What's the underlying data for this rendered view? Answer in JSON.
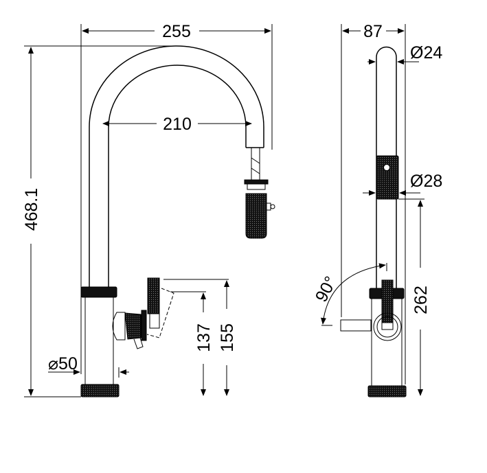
{
  "front_view": {
    "overall_width": "255",
    "spout_reach": "210",
    "overall_height": "468.1",
    "base_diameter": "⌀50",
    "handle_height_low": "137",
    "handle_height_high": "155"
  },
  "side_view": {
    "depth": "87",
    "spout_diameter": "Ø24",
    "grip_diameter": "Ø28",
    "grip_height": "262",
    "handle_rotation": "90°"
  },
  "colors": {
    "line": "#000000",
    "background": "#ffffff"
  }
}
